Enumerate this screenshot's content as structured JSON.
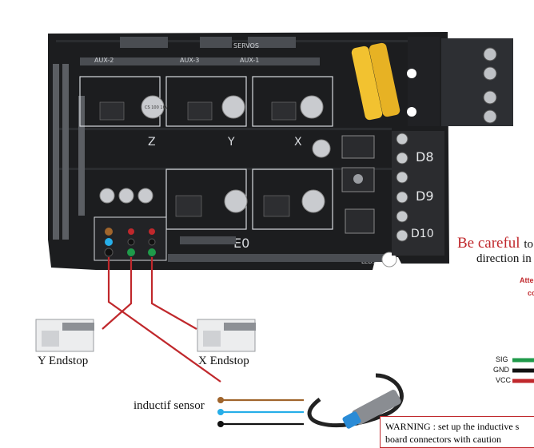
{
  "labels": {
    "y_endstop": "Y Endstop",
    "x_endstop": "X Endstop",
    "inductive_sensor": "inductif sensor",
    "careful_strong": "Be careful",
    "careful_rest": "to",
    "direction": "direction in",
    "attention_1": "Atte",
    "attention_2": "co",
    "pin_sig": "SIG",
    "pin_gnd": "GND",
    "pin_vcc": "VCC",
    "warning_line1": "WARNING : set up the inductive s",
    "warning_line2": "board connectors with caution"
  },
  "board_text": {
    "d8": "D8",
    "d9": "D9",
    "d10": "D10",
    "e0": "E0",
    "aux2": "AUX-2",
    "aux3": "AUX-3",
    "servos": "SERVOS",
    "aux1": "AUX-1",
    "leds": "LEDS",
    "z": "Z",
    "y": "Y",
    "x": "X",
    "cap_1": "CS 100 16V"
  },
  "colors": {
    "board": "#1c1d1f",
    "wire_red": "#c0282c",
    "wire_brown": "#a0652c",
    "wire_blue": "#27aee8",
    "wire_black": "#111111",
    "wire_green": "#1f9a4a",
    "fuse_yellow": "#f2c230"
  }
}
